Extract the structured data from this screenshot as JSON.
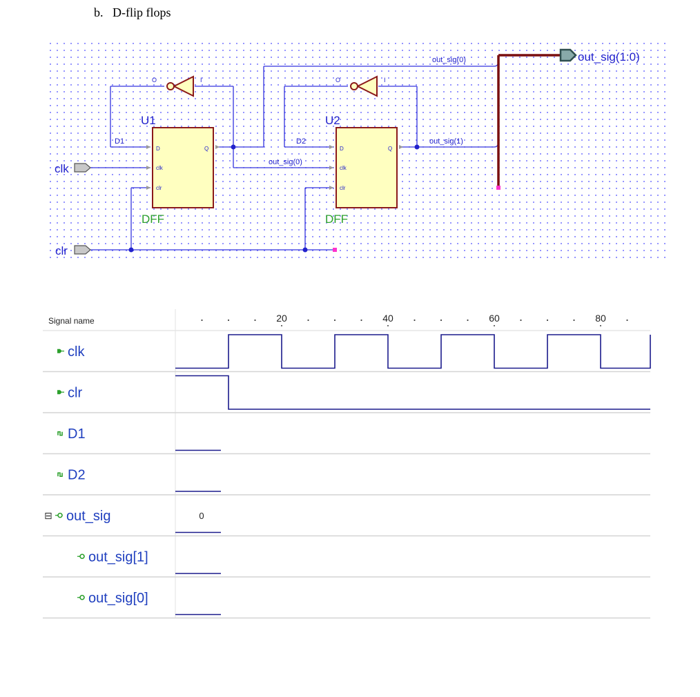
{
  "caption": "b.   D-flip flops",
  "schematic": {
    "instances": [
      {
        "name": "U1",
        "type": "DFF"
      },
      {
        "name": "U2",
        "type": "DFF"
      }
    ],
    "ports": {
      "d": "D",
      "q": "Q",
      "clk": "clk",
      "clr": "clr"
    },
    "inverter_pins": {
      "out": "O",
      "in": "I"
    },
    "inputs": {
      "clk": "clk",
      "clr": "clr"
    },
    "output": "out_sig(1:0)",
    "nets": {
      "d1": "D1",
      "d2": "D2",
      "out0_top": "out_sig(0)",
      "out0_mid": "out_sig(0)",
      "out1": "out_sig(1)"
    }
  },
  "waveform": {
    "header": "Signal name",
    "time_ticks": [
      20,
      40,
      60,
      80
    ],
    "signals": [
      {
        "name": "clk",
        "icon": "input-icon"
      },
      {
        "name": "clr",
        "icon": "input-icon"
      },
      {
        "name": "D1",
        "icon": "internal-signal-icon"
      },
      {
        "name": "D2",
        "icon": "internal-signal-icon"
      },
      {
        "name": "out_sig",
        "icon": "output-icon",
        "expand": "⊟",
        "value": "0"
      },
      {
        "name": "out_sig[1]",
        "icon": "output-icon"
      },
      {
        "name": "out_sig[0]",
        "icon": "output-icon"
      }
    ],
    "clk_edges": [
      10,
      20,
      30,
      40,
      50,
      60,
      70,
      80,
      90
    ],
    "clr_falls_at": 10
  },
  "colors": {
    "wire": "#3333dd",
    "bus": "#7a0f0f",
    "dff_fill": "#ffffc0",
    "dff_border": "#8b1a1a",
    "label_green": "#2ca02c",
    "wave": "#1a1a8c",
    "junction": "#ff33cc"
  }
}
